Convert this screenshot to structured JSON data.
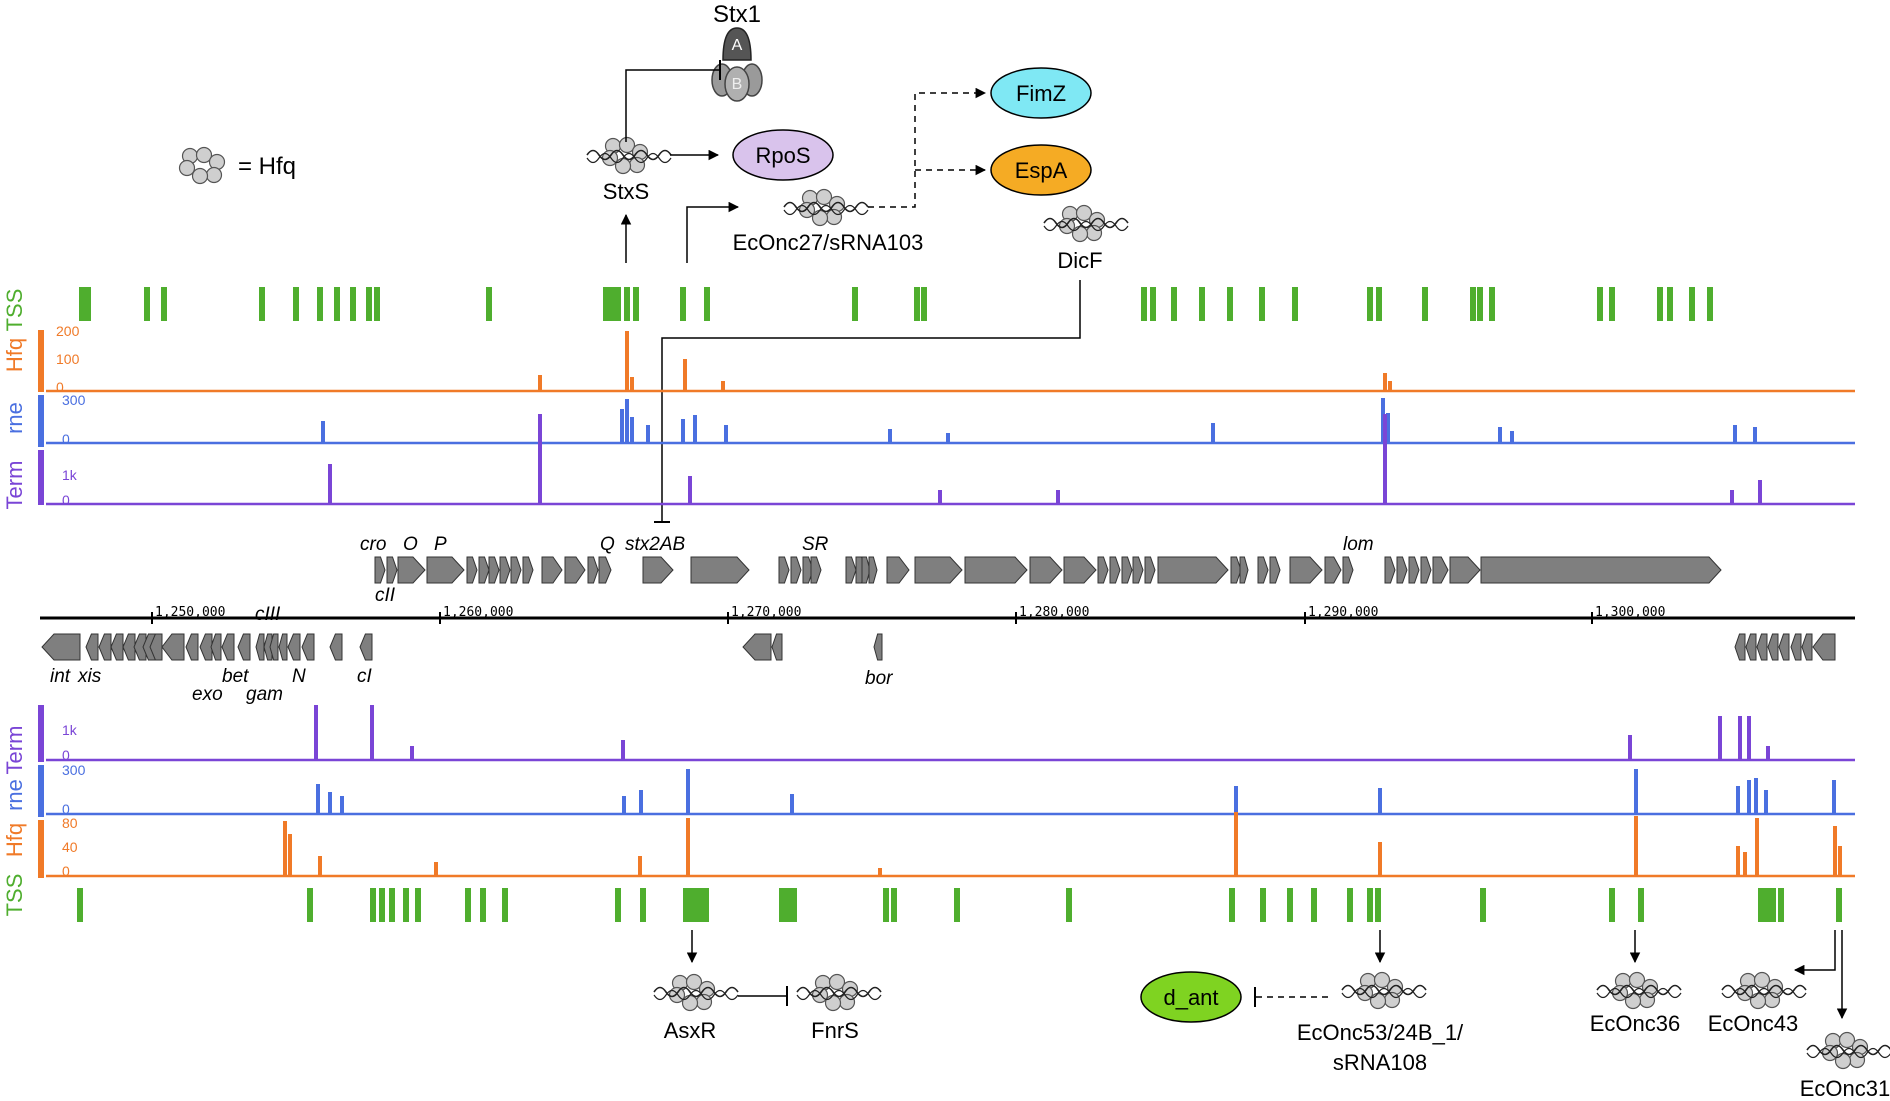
{
  "legend": {
    "hfq_equals": "= Hfq"
  },
  "top": {
    "stx1": {
      "title": "Stx1",
      "a": "A",
      "b": "B"
    },
    "rpos": "RpoS",
    "fimz": "FimZ",
    "espa": "EspA",
    "stxs": "StxS",
    "econc27": "EcOnc27/sRNA103",
    "dicf": "DicF"
  },
  "track_labels": {
    "tss": "TSS",
    "hfq": "Hfq",
    "rne": "rne",
    "term": "Term"
  },
  "axis_ticks": {
    "hfq_top": [
      "200",
      "100",
      "0"
    ],
    "rne_top": [
      "300",
      "0"
    ],
    "term_top": [
      "1k",
      "0"
    ],
    "term_bottom": [
      "1k",
      "0"
    ],
    "rne_bottom": [
      "300",
      "0"
    ],
    "hfq_bottom": [
      "80",
      "40",
      "0"
    ]
  },
  "genome": {
    "positions": [
      "1,250,000",
      "1,260,000",
      "1,270,000",
      "1,280,000",
      "1,290,000",
      "1,300,000"
    ],
    "genes_top": [
      "cro",
      "cII",
      "O",
      "P",
      "Q",
      "stx2AB",
      "SR",
      "lom"
    ],
    "genes_bottom": [
      "cIII",
      "int",
      "xis",
      "exo",
      "bet",
      "gam",
      "N",
      "cI",
      "bor"
    ]
  },
  "bottom": {
    "asxr": "AsxR",
    "fnrs": "FnrS",
    "d_ant": "d_ant",
    "econc53_line1": "EcOnc53/24B_1/",
    "econc53_line2": "sRNA108",
    "econc36": "EcOnc36",
    "econc43": "EcOnc43",
    "econc31": "EcOnc31"
  },
  "colors": {
    "tss": "#4fae2e",
    "hfq": "#f07a28",
    "rne": "#4a6fe0",
    "term": "#7a45d6",
    "gene": "#7f7f7f",
    "rpos": "#d9c3ec",
    "fimz": "#7fe8f4",
    "espa": "#f5ab24",
    "d_ant": "#7fd321"
  }
}
